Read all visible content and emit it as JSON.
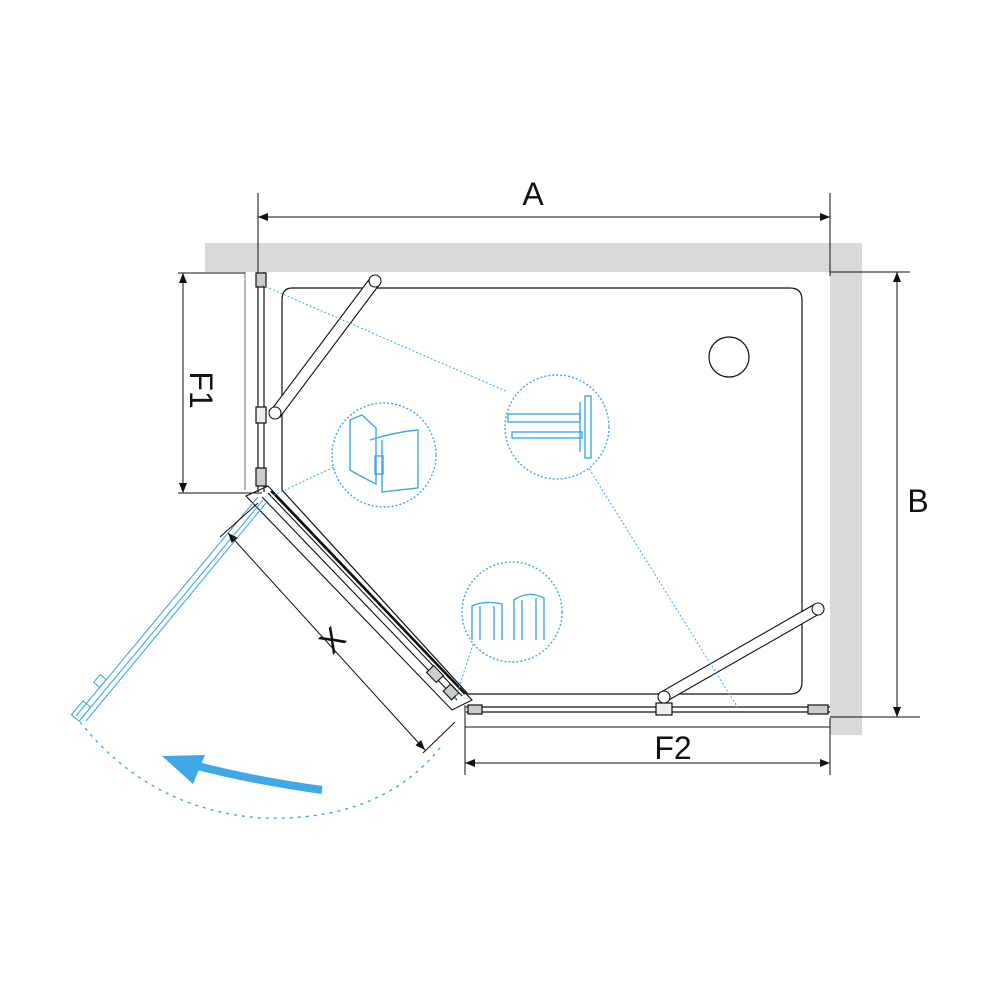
{
  "diagram": {
    "type": "shower-enclosure-plan",
    "dimensions": {
      "width": "A",
      "depth": "B",
      "fixed_panel_left": "F1",
      "fixed_panel_bottom": "F2",
      "door_width": "X"
    },
    "colors": {
      "wall": "#d9d9d9",
      "line": "#111111",
      "accent": "#3fa9e8"
    },
    "callouts": [
      "hinge-detail",
      "wall-profile-detail",
      "seal-profile-detail"
    ]
  }
}
